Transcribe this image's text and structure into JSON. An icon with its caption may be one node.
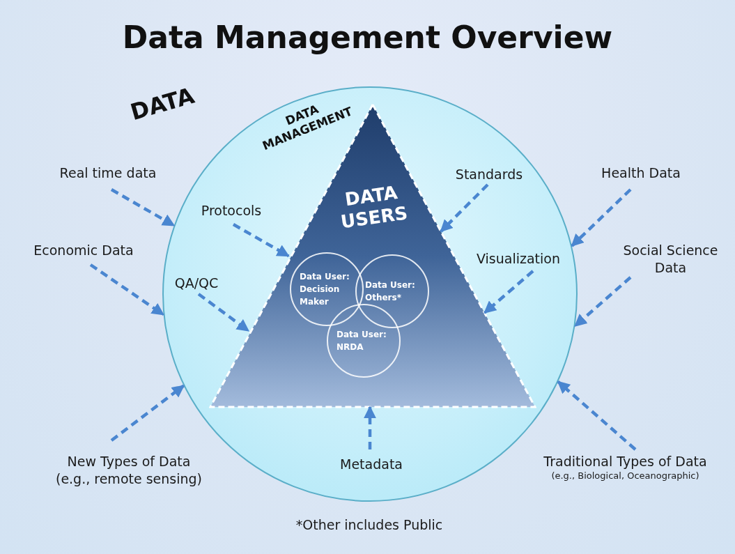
{
  "diagram": {
    "title": "Data Management Overview",
    "nodes": [
      {
        "text": [
          "DATA MANAGEMENT"
        ]
      },
      {
        "text": [
          "DATA USERS"
        ],
        "in": 0
      },
      {
        "text": [
          "Data User: Decision Maker"
        ],
        "in": 1
      },
      {
        "text": [
          "Data User: Others*"
        ],
        "in": 1
      },
      {
        "text": [
          "Data User: NRDA"
        ],
        "in": 1
      },
      {
        "text": [
          "Real time data"
        ]
      },
      {
        "text": [
          "Economic Data"
        ]
      },
      {
        "text": [
          "New Types of Data",
          "(e.g., remote sensing)"
        ]
      },
      {
        "text": [
          "Health Data"
        ]
      },
      {
        "text": [
          "Social Science Data"
        ]
      },
      {
        "text": [
          "Traditional Types of Data",
          "(e.g., Biological, Oceanographic)"
        ]
      },
      {
        "text": [
          "Protocols"
        ],
        "in": 0
      },
      {
        "text": [
          "QA/QC"
        ],
        "in": 0
      },
      {
        "text": [
          "Standards"
        ],
        "in": 0
      },
      {
        "text": [
          "Visualization"
        ],
        "in": 0
      },
      {
        "text": [
          "Metadata"
        ],
        "in": 0
      }
    ],
    "edges": [
      {
        "from": 5,
        "to": 0,
        "arrow": "to",
        "style": "dashed"
      },
      {
        "from": 6,
        "to": 0,
        "arrow": "to",
        "style": "dashed"
      },
      {
        "from": 7,
        "to": 0,
        "arrow": "to",
        "style": "dashed"
      },
      {
        "from": 8,
        "to": 0,
        "arrow": "to",
        "style": "dashed"
      },
      {
        "from": 9,
        "to": 0,
        "arrow": "to",
        "style": "dashed"
      },
      {
        "from": 10,
        "to": 0,
        "arrow": "to",
        "style": "dashed"
      },
      {
        "from": 11,
        "to": 1,
        "arrow": "to",
        "style": "dashed"
      },
      {
        "from": 12,
        "to": 1,
        "arrow": "to",
        "style": "dashed"
      },
      {
        "from": 13,
        "to": 1,
        "arrow": "to",
        "style": "dashed"
      },
      {
        "from": 14,
        "to": 1,
        "arrow": "to",
        "style": "dashed"
      },
      {
        "from": 15,
        "to": 1,
        "arrow": "to",
        "style": "dashed"
      }
    ],
    "labels": [
      "DATA",
      "*Other includes Public"
    ]
  }
}
